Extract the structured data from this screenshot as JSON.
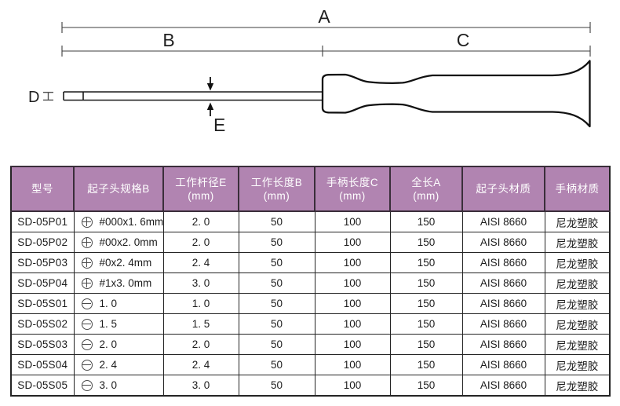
{
  "colors": {
    "header_bg": "#b184b1",
    "header_text": "#ffffff",
    "table_border": "#242424",
    "header_divider": "#3a2e3a",
    "diagram_line": "#1f1f1f"
  },
  "diagram": {
    "labels": {
      "total_length": "A",
      "work_length": "B",
      "handle_length": "C",
      "tip_width": "D",
      "rod_diameter": "E"
    }
  },
  "table": {
    "headers": [
      {
        "label": "型号",
        "sub": ""
      },
      {
        "label": "起子头规格B",
        "sub": ""
      },
      {
        "label": "工作杆径E",
        "sub": "(mm)"
      },
      {
        "label": "工作长度B",
        "sub": "(mm)"
      },
      {
        "label": "手柄长度C",
        "sub": "(mm)"
      },
      {
        "label": "全长A",
        "sub": "(mm)"
      },
      {
        "label": "起子头材质",
        "sub": ""
      },
      {
        "label": "手柄材质",
        "sub": ""
      }
    ],
    "rows": [
      {
        "model": "SD-05P01",
        "head_type": "phillips",
        "spec": "#000x1. 6mm",
        "rod_dia": "2. 0",
        "work_len": "50",
        "handle_len": "100",
        "total_len": "150",
        "bit_material": "AISI 8660",
        "handle_material": "尼龙塑胶"
      },
      {
        "model": "SD-05P02",
        "head_type": "phillips",
        "spec": "#00x2. 0mm",
        "rod_dia": "2. 0",
        "work_len": "50",
        "handle_len": "100",
        "total_len": "150",
        "bit_material": "AISI 8660",
        "handle_material": "尼龙塑胶"
      },
      {
        "model": "SD-05P03",
        "head_type": "phillips",
        "spec": "#0x2. 4mm",
        "rod_dia": "2. 4",
        "work_len": "50",
        "handle_len": "100",
        "total_len": "150",
        "bit_material": "AISI 8660",
        "handle_material": "尼龙塑胶"
      },
      {
        "model": "SD-05P04",
        "head_type": "phillips",
        "spec": "#1x3. 0mm",
        "rod_dia": "3. 0",
        "work_len": "50",
        "handle_len": "100",
        "total_len": "150",
        "bit_material": "AISI 8660",
        "handle_material": "尼龙塑胶"
      },
      {
        "model": "SD-05S01",
        "head_type": "slotted",
        "spec": "1. 0",
        "rod_dia": "1. 0",
        "work_len": "50",
        "handle_len": "100",
        "total_len": "150",
        "bit_material": "AISI 8660",
        "handle_material": "尼龙塑胶"
      },
      {
        "model": "SD-05S02",
        "head_type": "slotted",
        "spec": "1. 5",
        "rod_dia": "1. 5",
        "work_len": "50",
        "handle_len": "100",
        "total_len": "150",
        "bit_material": "AISI 8660",
        "handle_material": "尼龙塑胶"
      },
      {
        "model": "SD-05S03",
        "head_type": "slotted",
        "spec": "2. 0",
        "rod_dia": "2. 0",
        "work_len": "50",
        "handle_len": "100",
        "total_len": "150",
        "bit_material": "AISI 8660",
        "handle_material": "尼龙塑胶"
      },
      {
        "model": "SD-05S04",
        "head_type": "slotted",
        "spec": "2. 4",
        "rod_dia": "2. 4",
        "work_len": "50",
        "handle_len": "100",
        "total_len": "150",
        "bit_material": "AISI 8660",
        "handle_material": "尼龙塑胶"
      },
      {
        "model": "SD-05S05",
        "head_type": "slotted",
        "spec": "3. 0",
        "rod_dia": "3. 0",
        "work_len": "50",
        "handle_len": "100",
        "total_len": "150",
        "bit_material": "AISI 8660",
        "handle_material": "尼龙塑胶"
      }
    ]
  }
}
